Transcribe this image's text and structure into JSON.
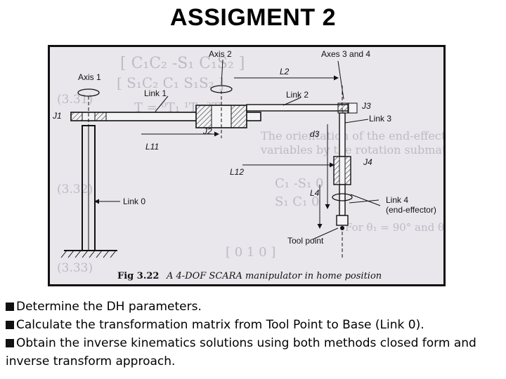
{
  "title": "ASSIGMENT 2",
  "figure": {
    "labels": {
      "axis1": "Axis 1",
      "axis2": "Axis 2",
      "axes34": "Axes 3 and 4",
      "link1": "Link 1",
      "link2": "Link 2",
      "link3": "Link 3",
      "link0": "Link 0",
      "link4": "Link 4",
      "end_effector": "(end-effector)",
      "tool_point": "Tool point",
      "J1": "J1",
      "J2": "J2",
      "J3": "J3",
      "J4": "J4",
      "L2": "L2",
      "L11": "L11",
      "L12": "L12",
      "L4": "L4",
      "d3": "d3"
    },
    "caption_num": "Fig 3.22",
    "caption_text": "A 4-DOF SCARA manipulator in home position"
  },
  "tasks": [
    "Determine the DH parameters.",
    "Calculate the transformation matrix from Tool Point to Base (Link 0).",
    "Obtain the inverse kinematics solutions using both methods closed form and inverse transform approach."
  ]
}
